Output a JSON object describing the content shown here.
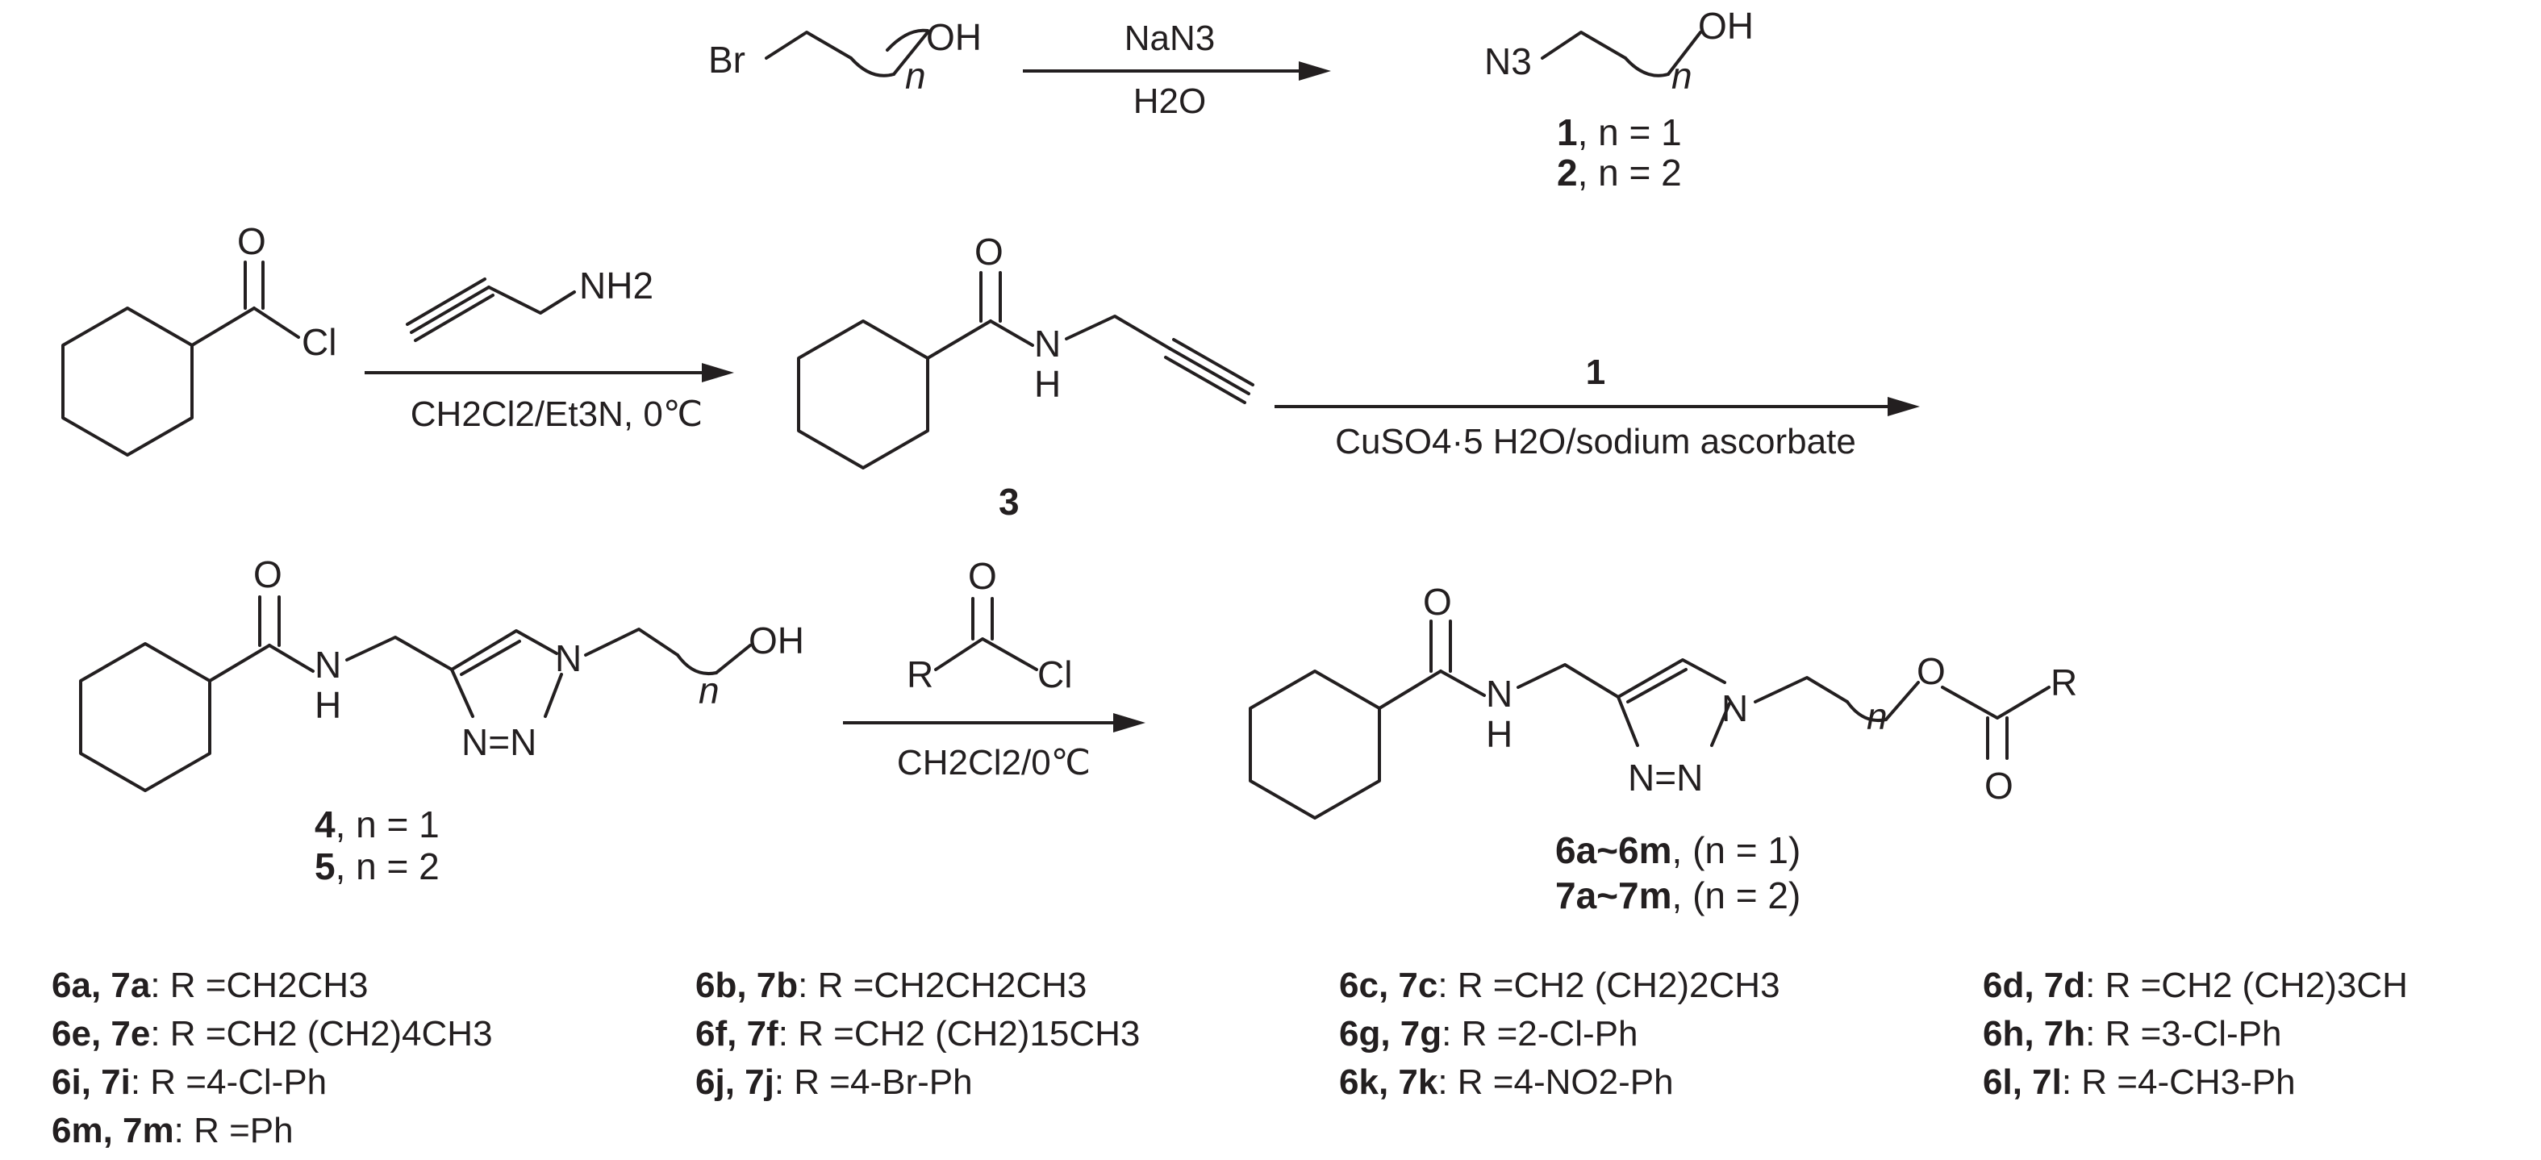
{
  "step1": {
    "sm_br": "Br",
    "sm_oh": "OH",
    "sm_n": "n",
    "reagent": "NaN3",
    "solvent": "H2O",
    "prod_n3": "N3",
    "prod_oh": "OH",
    "prod_n": "n",
    "cmpd1_num": "1",
    "cmpd1_rest": ", n = 1",
    "cmpd2_num": "2",
    "cmpd2_rest": ", n = 2"
  },
  "step2": {
    "o_atom": "O",
    "cl_atom": "Cl",
    "reagent_nh2": "NH2",
    "conditions": "CH2Cl2/Et3N, 0℃",
    "prod_o": "O",
    "prod_n": "N",
    "prod_h": "H",
    "cmpd3": "3"
  },
  "step3": {
    "reagent": "1",
    "conditions": "CuSO4·5 H2O/sodium ascorbate"
  },
  "step4": {
    "sm_o": "O",
    "sm_n": "N",
    "sm_h": "H",
    "sm_ring_n1": "N",
    "sm_ring_nn": "N=N",
    "sm_oh": "OH",
    "sm_n_label": "n",
    "cmpd4_num": "4",
    "cmpd4_rest": ", n = 1",
    "cmpd5_num": "5",
    "cmpd5_rest": ", n = 2",
    "reagent_o": "O",
    "reagent_r": "R",
    "reagent_cl": "Cl",
    "conditions": "CH2Cl2/0℃",
    "prod_o": "O",
    "prod_n": "N",
    "prod_h": "H",
    "prod_ring_n1": "N",
    "prod_ring_nn": "N=N",
    "prod_n_label": "n",
    "prod_ester_o": "O",
    "prod_r": "R",
    "prod_carbonyl_o": "O",
    "series6_num": "6a~6m",
    "series6_rest": ", (n = 1)",
    "series7_num": "7a~7m",
    "series7_rest": ", (n = 2)"
  },
  "substituents": [
    {
      "ids": "6a, 7a",
      "r": ": R =CH2CH3"
    },
    {
      "ids": "6b, 7b",
      "r": ": R =CH2CH2CH3"
    },
    {
      "ids": "6c, 7c",
      "r": ": R =CH2 (CH2)2CH3"
    },
    {
      "ids": "6d, 7d",
      "r": ": R =CH2 (CH2)3CH"
    },
    {
      "ids": "6e, 7e",
      "r": ": R =CH2 (CH2)4CH3"
    },
    {
      "ids": "6f, 7f",
      "r": ": R =CH2 (CH2)15CH3"
    },
    {
      "ids": "6g, 7g",
      "r": ": R =2-Cl-Ph"
    },
    {
      "ids": "6h, 7h",
      "r": ": R =3-Cl-Ph"
    },
    {
      "ids": "6i, 7i",
      "r": ": R =4-Cl-Ph"
    },
    {
      "ids": "6j, 7j",
      "r": ": R =4-Br-Ph"
    },
    {
      "ids": "6k, 7k",
      "r": ": R =4-NO2-Ph"
    },
    {
      "ids": "6l, 7l",
      "r": ": R =4-CH3-Ph"
    },
    {
      "ids": "6m, 7m",
      "r": ": R =Ph"
    }
  ]
}
